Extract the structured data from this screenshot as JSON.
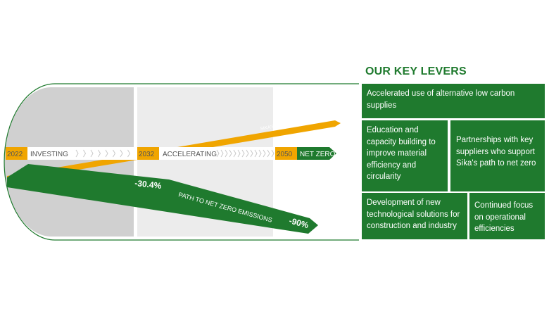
{
  "diagram": {
    "phases": [
      {
        "year": "2022",
        "label": "INVESTING"
      },
      {
        "year": "2032",
        "label": "ACCELERATING"
      },
      {
        "year": "2050",
        "label": "NET ZERO"
      }
    ],
    "growth_label": "SIKA'S GROWTH",
    "emissions_label": "PATH TO NET ZERO EMISSIONS",
    "reduction_2032": "-30.4%",
    "reduction_2050": "-90%",
    "colors": {
      "green": "#1f7a2e",
      "orange": "#f0a500",
      "grey_dark": "#d0d0d0",
      "grey_light": "#ececec"
    }
  },
  "levers": {
    "title": "OUR KEY LEVERS",
    "items": [
      "Accelerated use of alternative low carbon supplies",
      "Education and capacity building to improve material efficiency and circularity",
      "Partnerships with key suppliers who support Sika's path to net zero",
      "Development of new technological solutions for construction and industry",
      "Continued focus on operational efficiencies"
    ]
  }
}
